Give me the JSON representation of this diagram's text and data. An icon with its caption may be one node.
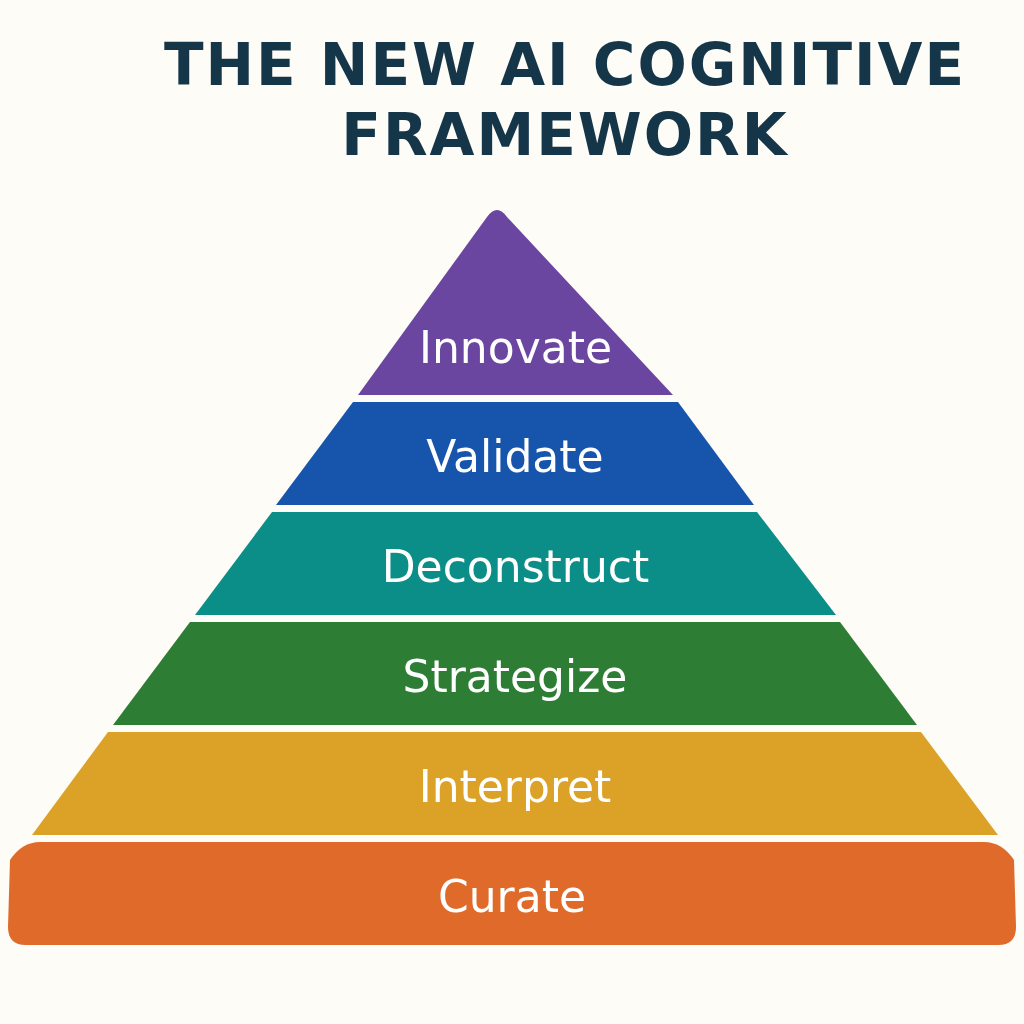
{
  "diagram": {
    "title": "THE NEW AI COGNITIVE FRAMEWORK",
    "nodes": [
      {
        "text": [
          "Innovate"
        ]
      },
      {
        "text": [
          "Validate"
        ]
      },
      {
        "text": [
          "Deconstruct"
        ]
      },
      {
        "text": [
          "Strategize"
        ]
      },
      {
        "text": [
          "Interpret"
        ]
      },
      {
        "text": [
          "Curate"
        ]
      }
    ]
  }
}
